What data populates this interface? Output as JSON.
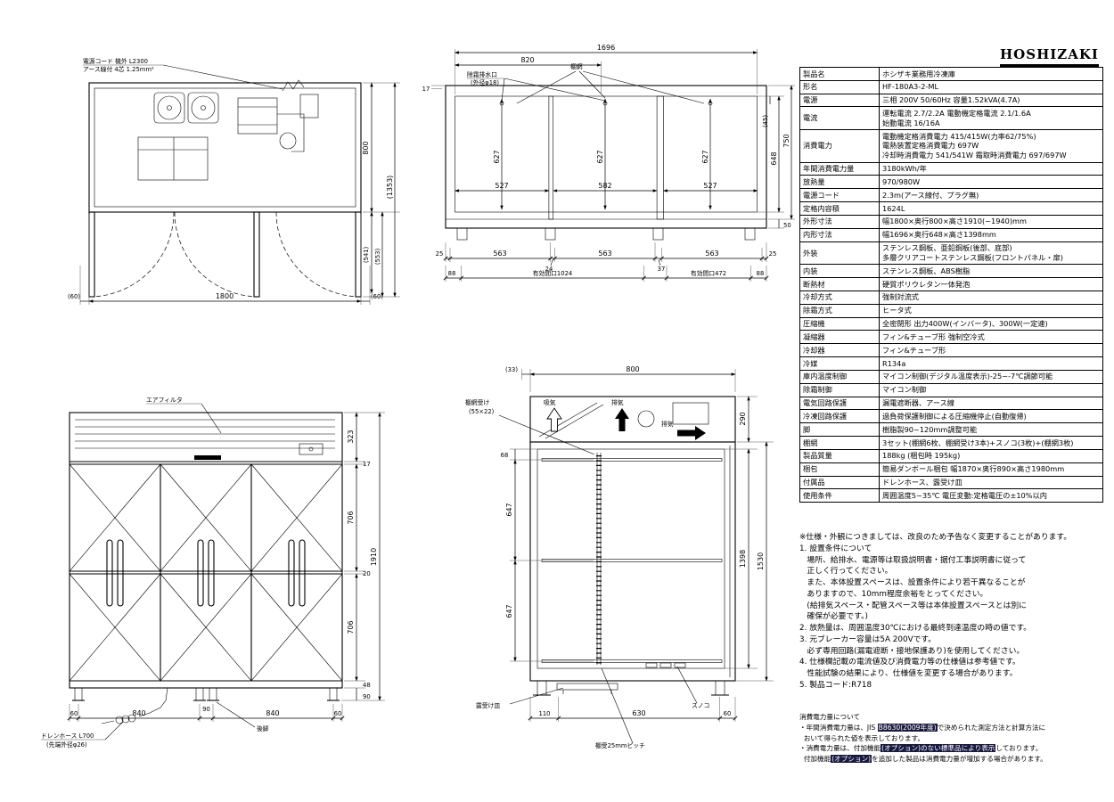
{
  "logo": "HOSHIZAKI",
  "spec": {
    "rows": [
      {
        "label": "製品名",
        "value": "ホシザキ業務用冷凍庫"
      },
      {
        "label": "形名",
        "value": "HF-180A3-2-ML"
      },
      {
        "label": "電源",
        "value": "三相 200V 50/60Hz 容量1.52kVA(4.7A)"
      },
      {
        "label": "電流",
        "value": "運転電流 2.7/2.2A 電動機定格電流 2.1/1.6A\n始動電流 16/16A"
      },
      {
        "label": "消費電力",
        "value": "電動機定格消費電力 415/415W(力率62/75%)\n電熱装置定格消費電力 697W\n冷却時消費電力 541/541W 霜取時消費電力 697/697W"
      },
      {
        "label": "年間消費電力量",
        "value": "3180kWh/年"
      },
      {
        "label": "放熱量",
        "value": "970/980W"
      },
      {
        "label": "電源コード",
        "value": "2.3m(アース線付、プラグ無)"
      },
      {
        "label": "定格内容積",
        "value": "1624L"
      },
      {
        "label": "外形寸法",
        "value": "幅1800×奥行800×高さ1910(~1940)mm"
      },
      {
        "label": "内形寸法",
        "value": "幅1696×奥行648×高さ1398mm"
      },
      {
        "label": "外装",
        "value": "ステンレス鋼板、亜鉛鋼板(後部、底部)\n多層クリアコートステンレス鋼板(フロントパネル・扉)"
      },
      {
        "label": "内装",
        "value": "ステンレス鋼板、ABS樹脂"
      },
      {
        "label": "断熱材",
        "value": "硬質ポリウレタン一体発泡"
      },
      {
        "label": "冷却方式",
        "value": "強制対流式"
      },
      {
        "label": "除霜方式",
        "value": "ヒータ式"
      },
      {
        "label": "圧縮機",
        "value": "全密閉形 出力400W(インバータ)、300W(一定速)"
      },
      {
        "label": "凝縮器",
        "value": "フィン&チューブ形 強制空冷式"
      },
      {
        "label": "冷却器",
        "value": "フィン&チューブ形"
      },
      {
        "label": "冷媒",
        "value": "R134a"
      },
      {
        "label": "庫内温度制御",
        "value": "マイコン制御(デジタル温度表示)-25~-7℃調節可能"
      },
      {
        "label": "除霜制御",
        "value": "マイコン制御"
      },
      {
        "label": "電気回路保護",
        "value": "漏電遮断器、アース線"
      },
      {
        "label": "冷凍回路保護",
        "value": "過負荷保護制御による圧縮機停止(自動復帰)"
      },
      {
        "label": "脚",
        "value": "樹脂製90~120mm調整可能"
      },
      {
        "label": "棚網",
        "value": "3セット(棚網6枚、棚網受け3本)+スノコ(3枚)+(棚網3枚)"
      },
      {
        "label": "製品質量",
        "value": "188kg (梱包時 195kg)"
      },
      {
        "label": "梱包",
        "value": "簡易ダンボール梱包 幅1870×奥行890×高さ1980mm"
      },
      {
        "label": "付属品",
        "value": "ドレンホース、露受け皿"
      },
      {
        "label": "使用条件",
        "value": "周囲温度5~35℃ 電圧変動:定格電圧の±10%以内"
      }
    ]
  },
  "notes": {
    "lines": [
      "※仕様・外観につきましては、改良のため予告なく変更することがあります。",
      "1. 設置条件について",
      "   場所、給排水、電源等は取扱説明書・据付工事説明書に従って",
      "   正しく行ってください。",
      "   また、本体設置スペースは、設置条件により若干異なることが",
      "   ありますので、10mm程度余裕をとってください。",
      "   (給排気スペース・配管スペース等は本体設置スペースとは別に",
      "   確保が必要です。)",
      "2. 放熱量は、周囲温度30℃における最終到達温度の時の値です。",
      "3. 元ブレーカー容量は5A 200Vです。",
      "   必ず専用回路(漏電遮断・接地保護あり)を使用してください。",
      "4. 仕様欄記載の電流値及び消費電力等の仕様値は参考値です。",
      "   性能試験の結果により、仕様値を変更する場合があります。",
      "5. 製品コード:R718"
    ]
  },
  "power_notes": {
    "title": "消費電力量について",
    "l1_pre": "・年間消費電力量は、JIS ",
    "l1_hl": "B8630(2009年度)",
    "l1_post": "で決められた測定方法と計算方法に",
    "l2": "  おいて得られた値を表示しております。",
    "l3_pre": "・消費電力量は、付加機能",
    "l3_hl": "(オプション)のない標準品により表示",
    "l3_post": "しております。",
    "l4_pre": "  付加機能",
    "l4_hl": "(オプション)",
    "l4_post": "を追加した製品は消費電力量が増加する場合があります。"
  },
  "plan": {
    "cord1": "電源コード 機外 L2300",
    "cord2": "アース線付 4芯 1.25mm²",
    "d800": "800",
    "d541": "(541)",
    "d553": "(553)",
    "d1353": "(1353)",
    "d60l": "(60)",
    "d1800": "1800",
    "d60r": "(60)"
  },
  "fsec": {
    "d1696": "1696",
    "d820": "820",
    "d17": "17",
    "drain1": "除霜排水口",
    "drain2": "(外径φ18)",
    "shelf": "棚網",
    "d627": "627",
    "d45": "(45)",
    "d648": "648",
    "d750": "750",
    "d50": "50",
    "d527": "527",
    "d582": "582",
    "d25": "25",
    "d563": "563",
    "d24": "24",
    "d37": "37",
    "d88": "88",
    "open1": "有効間口1024",
    "open2": "有効間口472"
  },
  "front": {
    "airfilter": "エアフィルタ",
    "d323": "323",
    "d17": "17",
    "d706": "706",
    "d20": "20",
    "d48": "48",
    "d1910": "1910",
    "d90leg": "90",
    "d60": "60",
    "d840": "840",
    "d90": "90",
    "hose1": "ドレンホース L700",
    "hose2": "(先端外径φ26)",
    "rearleg": "後脚"
  },
  "side": {
    "d33": "(33)",
    "d800": "800",
    "intake": "吸気",
    "exhaust": "排気",
    "d290": "290",
    "rail1": "棚網受け",
    "rail2": "(55×22)",
    "d68": "68",
    "d647": "647",
    "d1398": "1398",
    "d1530": "1530",
    "tray": "露受け皿",
    "slat": "スノコ",
    "d110": "110",
    "d630": "630",
    "d60": "60",
    "pitch": "棚受25mmピッチ"
  }
}
